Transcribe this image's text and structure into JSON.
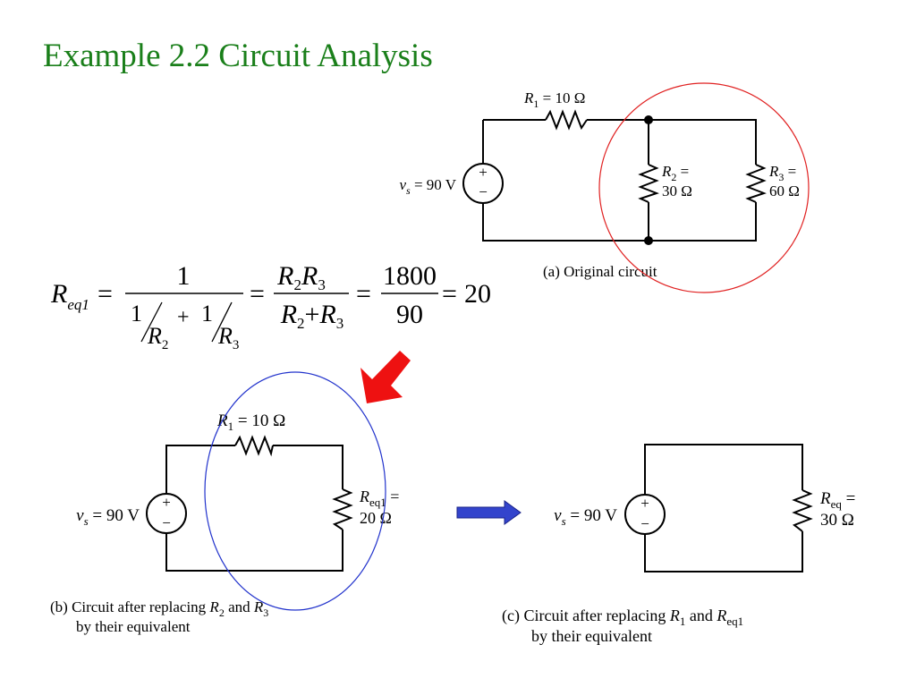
{
  "slide": {
    "title": "Example 2.2 Circuit Analysis",
    "title_color": "#1a7f1a"
  },
  "circuit_a": {
    "r1_sym": "R",
    "r1_sub": "1",
    "r1_value": " = 10 Ω",
    "r2_sym": "R",
    "r2_sub": "2",
    "r2_eq": " =",
    "r2_value": "30 Ω",
    "r3_sym": "R",
    "r3_sub": "3",
    "r3_eq": " =",
    "r3_value": "60 Ω",
    "source_sym": "v",
    "source_sub": "s",
    "source_value": " = 90 V",
    "plus": "+",
    "minus": "−",
    "caption": "(a) Original circuit",
    "highlight_color": "#e02020"
  },
  "formula": {
    "lhs_sym": "R",
    "lhs_sub": "eq1",
    "eq": "=",
    "frac1_num": "1",
    "frac1_den_a_num": "1",
    "frac1_den_a_sym": "R",
    "frac1_den_a_sub": "2",
    "frac1_den_plus": "+",
    "frac1_den_b_num": "1",
    "frac1_den_b_sym": "R",
    "frac1_den_b_sub": "3",
    "frac2_num_a_sym": "R",
    "frac2_num_a_sub": "2",
    "frac2_num_b_sym": "R",
    "frac2_num_b_sub": "3",
    "frac2_den_a_sym": "R",
    "frac2_den_a_sub": "2",
    "frac2_den_plus": "+",
    "frac2_den_b_sym": "R",
    "frac2_den_b_sub": "3",
    "frac3_num": "1800",
    "frac3_den": "90",
    "result": "20"
  },
  "circuit_b": {
    "r1_sym": "R",
    "r1_sub": "1",
    "r1_value": " = 10 Ω",
    "req_sym": "R",
    "req_sub": "eq1",
    "req_eq": " =",
    "req_value": "20 Ω",
    "source_sym": "v",
    "source_sub": "s",
    "source_value": " = 90 V",
    "plus": "+",
    "minus": "−",
    "caption_line1_pre": "(b) Circuit after replacing ",
    "caption_sym_a": "R",
    "caption_sub_a": "2",
    "caption_mid": " and ",
    "caption_sym_b": "R",
    "caption_sub_b": "3",
    "caption_line2": "by their equivalent",
    "highlight_color": "#2233cc"
  },
  "circuit_c": {
    "req_sym": "R",
    "req_sub": "eq",
    "req_eq": " =",
    "req_value": "30 Ω",
    "source_sym": "v",
    "source_sub": "s",
    "source_value": " = 90 V",
    "plus": "+",
    "minus": "−",
    "caption_line1_pre": "(c) Circuit after replacing ",
    "caption_sym_a": "R",
    "caption_sub_a": "1",
    "caption_mid": " and ",
    "caption_sym_b": "R",
    "caption_sub_b": "eq1",
    "caption_line2": "by their equivalent"
  },
  "arrows": {
    "red_arrow_icon": "down-left-arrow-icon",
    "red_color": "#ee1111",
    "blue_arrow_icon": "right-arrow-icon",
    "blue_color": "#3344cc"
  }
}
